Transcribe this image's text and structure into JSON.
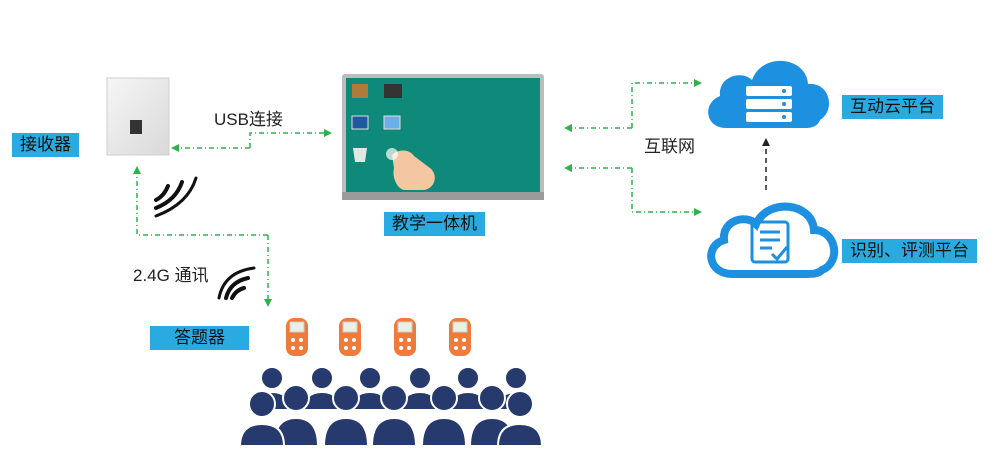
{
  "labels": {
    "receiver": "接收器",
    "usb": "USB连接",
    "teaching_machine": "教学一体机",
    "internet": "互联网",
    "cloud_interactive": "互动云平台",
    "cloud_recognition": "识别、评测平台",
    "wireless": "2.4G 通讯",
    "clicker": "答题器"
  },
  "colors": {
    "label_bg": "#29abe2",
    "arrow_green": "#2db34a",
    "screen_teal": "#0f8a7a",
    "cloud_blue": "#1e90e0",
    "people_navy": "#263a6e",
    "clicker_orange": "#f07a3a"
  }
}
